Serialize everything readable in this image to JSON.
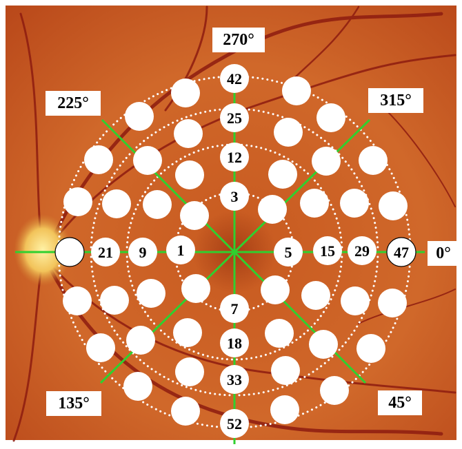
{
  "colors": {
    "fundus": "#c95a1e",
    "fundus_dark": "#8a2a0c",
    "optic_disc": "#f2c35a",
    "meridian_line": "#2fd02f",
    "ring_dots": "#ffffff",
    "spot_fill": "#ffffff",
    "vessel": "#8e1c10"
  },
  "angle_labels": {
    "deg_270": "270°",
    "deg_225": "225°",
    "deg_315": "315°",
    "deg_0": "0°",
    "deg_135": "135°",
    "deg_45": "45°"
  },
  "spot_numbers": {
    "n42": "42",
    "n25": "25",
    "n12": "12",
    "n3": "3",
    "n21": "21",
    "n9": "9",
    "n1": "1",
    "n5": "5",
    "n15": "15",
    "n29": "29",
    "n47": "47",
    "n7": "7",
    "n18": "18",
    "n33": "33",
    "n52": "52"
  }
}
